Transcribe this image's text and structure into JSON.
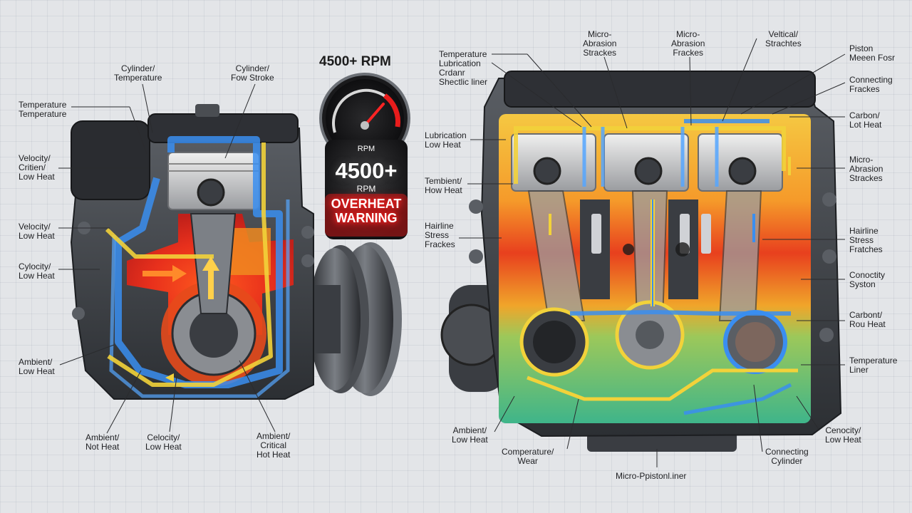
{
  "rpm": {
    "title": "4500+ RPM",
    "gauge_unit": "RPM",
    "big_value": "4500+",
    "big_unit": "RPM",
    "warning": "OVERHEAT\nWARNING"
  },
  "left_labels": [
    "Cylinder/\nTemperature",
    "Cylinder/\nFow Stroke",
    "Temperature\nTemperature",
    "Velocity/\nCritien/\nLow Heat",
    "Velocity/\nLow Heat",
    "Cylocity/\nLow Heat",
    "Ambient/\nLow Heat",
    "Ambient/\nNot Heat",
    "Celocity/\nLow Heat",
    "Ambient/\nCritical\nHot Heat"
  ],
  "right_labels": [
    "Temperature\nLubrication\nCrdanr\nShectlic liner",
    "Micro-\nAbrasion\nStrackes",
    "Micro-\nAbrasion\nFrackes",
    "Veltical/\nStrachtes",
    "Piston\nMeeen Fosr",
    "Connecting\nFrackes",
    "Carbon/\nLot Heat",
    "Lubrication\nLow Heat",
    "Micro-\nAbrasion\nStrackes",
    "Tembient/\nHow Heat",
    "Hairline\nStress\nFrackes",
    "Hairline\nStress\nFratches",
    "Conoctity\nSyston",
    "Carbont/\nRou Heat",
    "Temperature\nLiner",
    "Ambient/\nLow Heat",
    "Comperature/\nWear",
    "Cenocity/\nLow Heat",
    "Connecting\nCylinder",
    "Micro-Ppistonl.iner"
  ],
  "colors": {
    "cool_flow": "#3a8ef0",
    "warm_flow": "#f2d23a",
    "hot_zone": "#e8301c",
    "warm_zone": "#f5a623",
    "engine_metal": "#3a3d42",
    "warning_glow": "#ff2a2a"
  }
}
